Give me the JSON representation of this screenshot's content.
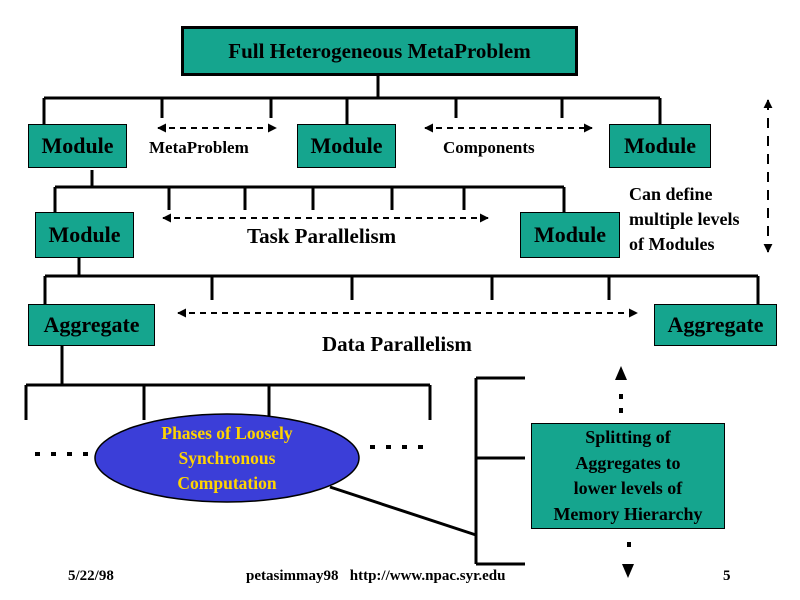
{
  "title": "Full Heterogeneous MetaProblem",
  "level1": {
    "module_labels": [
      "Module",
      "Module",
      "Module"
    ],
    "arrow_labels": [
      "MetaProblem",
      "Components"
    ]
  },
  "level2": {
    "module_labels": [
      "Module",
      "Module"
    ],
    "arrow_label": "Task Parallelism",
    "note_lines": [
      "Can define",
      "multiple levels",
      "of Modules"
    ]
  },
  "level3": {
    "aggregate_labels": [
      "Aggregate",
      "Aggregate"
    ],
    "arrow_label": "Data Parallelism"
  },
  "phases_lines": [
    "Phases of Loosely",
    "Synchronous",
    "Computation"
  ],
  "splitting_lines": [
    "Splitting of",
    "Aggregates to",
    "lower levels of",
    "Memory Hierarchy"
  ],
  "footer": {
    "date": "5/22/98",
    "source": "petasimmay98   http://www.npac.syr.edu",
    "page": "5"
  },
  "colors": {
    "box_fill": "#15a58e",
    "ellipse_fill": "#3b3ed8",
    "ellipse_text": "#ffd400"
  }
}
